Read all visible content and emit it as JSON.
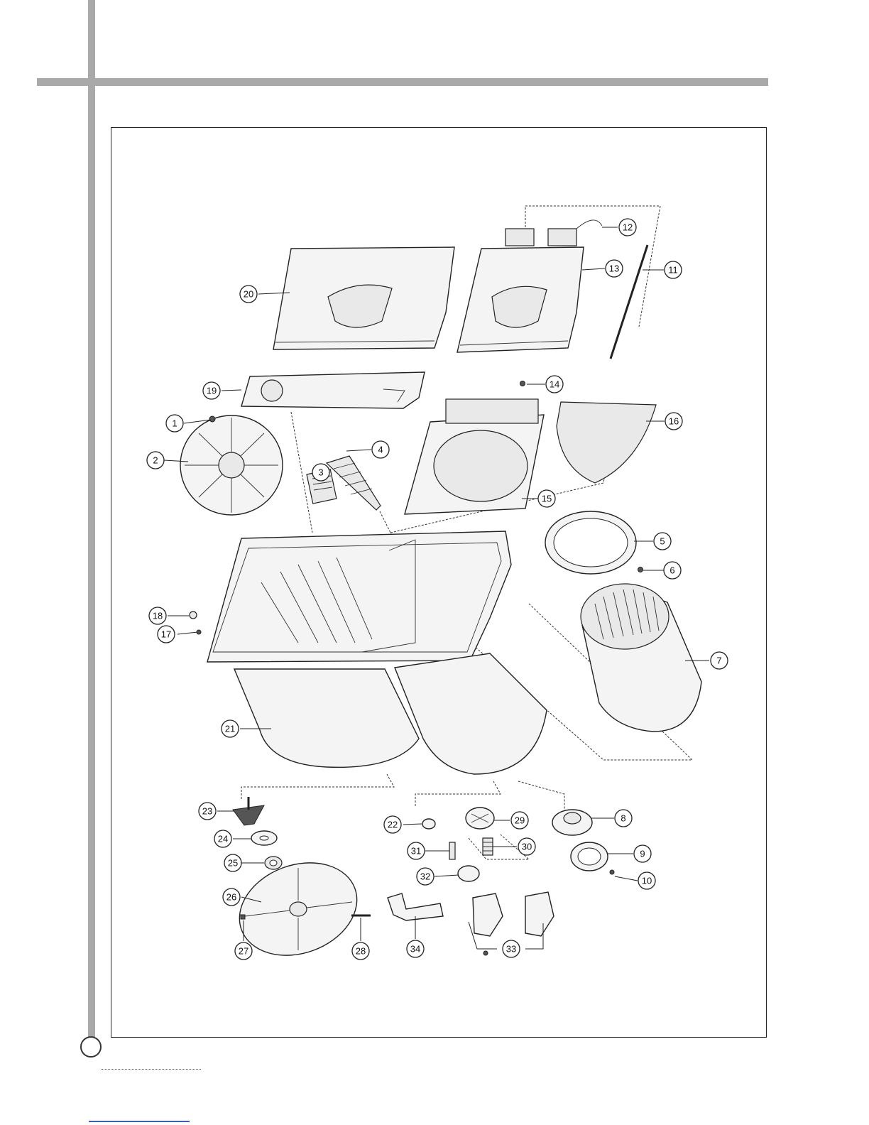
{
  "callouts": [
    {
      "id": "c1",
      "label": "1"
    },
    {
      "id": "c2",
      "label": "2"
    },
    {
      "id": "c3",
      "label": "3"
    },
    {
      "id": "c4",
      "label": "4"
    },
    {
      "id": "c5",
      "label": "5"
    },
    {
      "id": "c6",
      "label": "6"
    },
    {
      "id": "c7",
      "label": "7"
    },
    {
      "id": "c8",
      "label": "8"
    },
    {
      "id": "c9",
      "label": "9"
    },
    {
      "id": "c10",
      "label": "10"
    },
    {
      "id": "c11",
      "label": "11"
    },
    {
      "id": "c12",
      "label": "12"
    },
    {
      "id": "c13",
      "label": "13"
    },
    {
      "id": "c14",
      "label": "14"
    },
    {
      "id": "c15",
      "label": "15"
    },
    {
      "id": "c16",
      "label": "16"
    },
    {
      "id": "c17",
      "label": "17"
    },
    {
      "id": "c18",
      "label": "18"
    },
    {
      "id": "c19",
      "label": "19"
    },
    {
      "id": "c20",
      "label": "20"
    },
    {
      "id": "c21",
      "label": "21"
    },
    {
      "id": "c22",
      "label": "22"
    },
    {
      "id": "c23",
      "label": "23"
    },
    {
      "id": "c24",
      "label": "24"
    },
    {
      "id": "c25",
      "label": "25"
    },
    {
      "id": "c26",
      "label": "26"
    },
    {
      "id": "c27",
      "label": "27"
    },
    {
      "id": "c28",
      "label": "28"
    },
    {
      "id": "c29",
      "label": "29"
    },
    {
      "id": "c30",
      "label": "30"
    },
    {
      "id": "c31",
      "label": "31"
    },
    {
      "id": "c32",
      "label": "32"
    },
    {
      "id": "c33",
      "label": "33"
    },
    {
      "id": "c34",
      "label": "34"
    }
  ],
  "colors": {
    "bar": "#a9a9a9",
    "line": "#222222",
    "footer_rule": "#3a5fb4"
  }
}
